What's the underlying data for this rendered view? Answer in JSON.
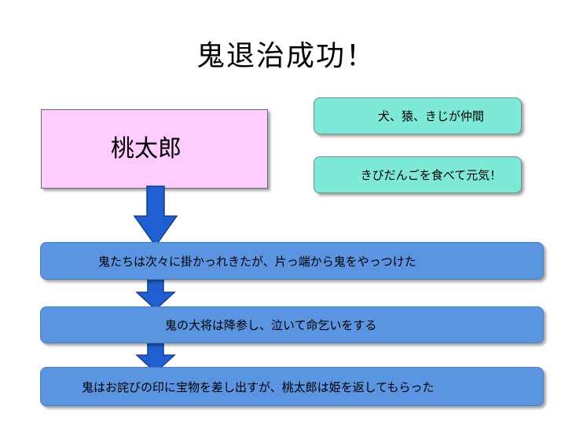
{
  "title": "鬼退治成功！",
  "hero": {
    "label": "桃太郎"
  },
  "notes": [
    {
      "text": "犬、猿、きじが仲間"
    },
    {
      "text": "きびだんごを食べて元気！"
    }
  ],
  "steps": [
    {
      "text": "鬼たちは次々に掛かっれきたが、片っ端から鬼をやっつけた"
    },
    {
      "text": "鬼の大将は降参し、泣いて命乞いをする"
    },
    {
      "text": "鬼はお詫びの印に宝物を差し出すが、桃太郎は姫を返してもらった"
    }
  ],
  "colors": {
    "hero_fill": "#ffccff",
    "note_fill": "#7fe9d7",
    "step_fill": "#5b94e0",
    "arrow_fill": "#1f5fd0"
  }
}
